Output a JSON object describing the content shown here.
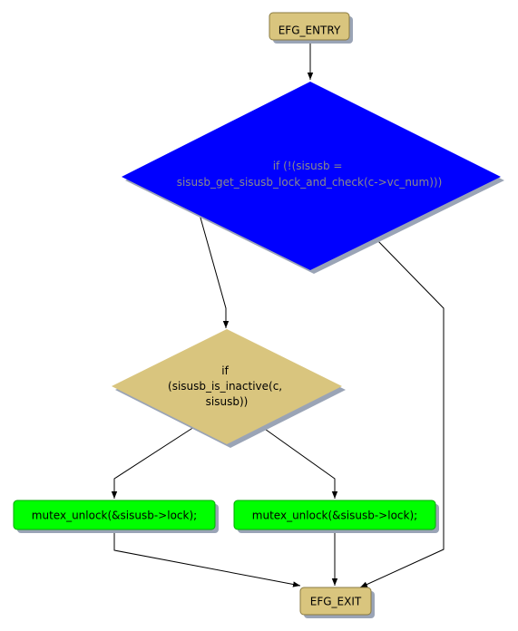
{
  "nodes": {
    "entry": {
      "label": "EFG_ENTRY"
    },
    "cond1": {
      "lines": [
        "if (!(sisusb =",
        "sisusb_get_sisusb_lock_and_check(c->vc_num)))"
      ]
    },
    "cond2": {
      "lines": [
        "if",
        "(sisusb_is_inactive(c,",
        "sisusb))"
      ]
    },
    "unlock_left": {
      "label": "mutex_unlock(&sisusb->lock);"
    },
    "unlock_right": {
      "label": "mutex_unlock(&sisusb->lock);"
    },
    "exit": {
      "label": "EFG_EXIT"
    }
  },
  "colors": {
    "terminal": "#d9c57e",
    "decision_primary": "#0000ff",
    "decision_secondary": "#d9c57e",
    "action": "#00ff00",
    "shadow": "#9aa4b6",
    "edge": "#000000"
  }
}
